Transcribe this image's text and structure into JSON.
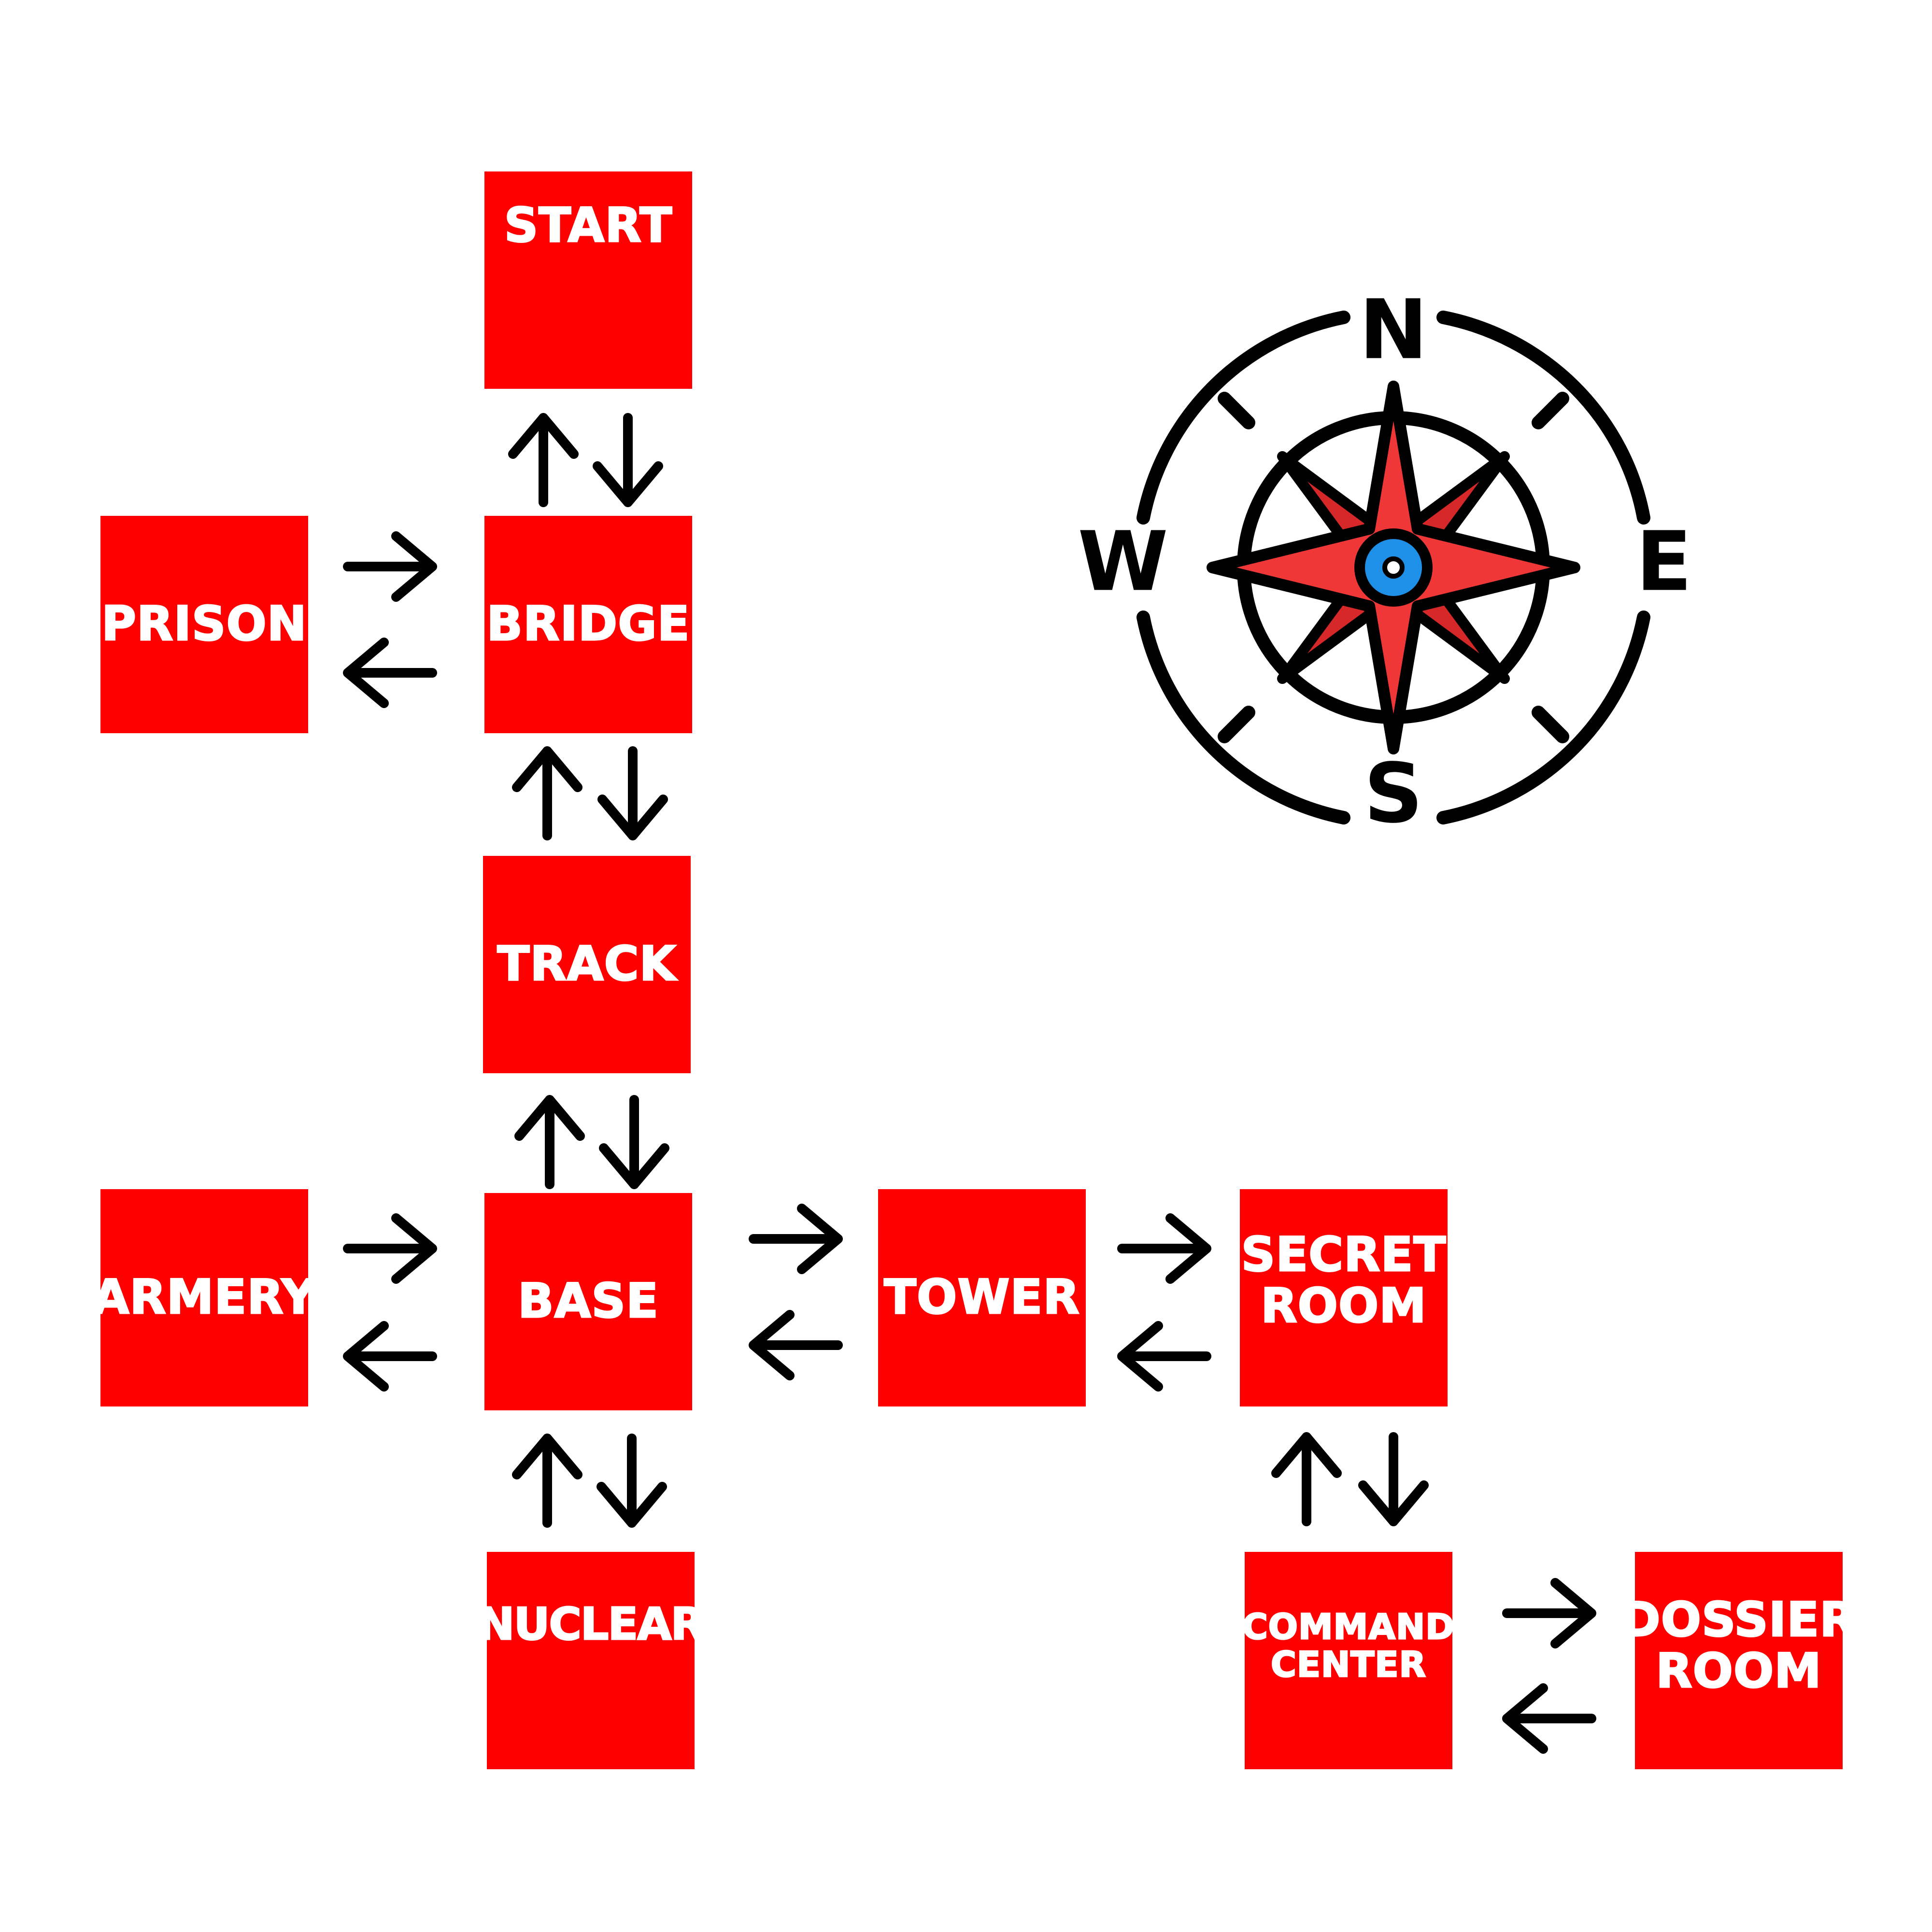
{
  "diagram": {
    "rooms": {
      "start": "START",
      "bridge": "BRIDGE",
      "prison": "PRISON",
      "track": "TRACK",
      "base": "BASE",
      "armery": "ARMERY",
      "tower": "TOWER",
      "secret_room": "SECRET\nROOM",
      "nuclear": "NUCLEAR",
      "command_center": "COMMAND\nCENTER",
      "dossier_room": "DOSSIER\nROOM"
    },
    "compass": {
      "north": "N",
      "east": "E",
      "south": "S",
      "west": "W"
    },
    "colors": {
      "room_fill": "#ff0000",
      "room_text": "#ffffff",
      "arrow": "#000000",
      "compass_star": "#f03737",
      "compass_center": "#1e90e8"
    }
  }
}
